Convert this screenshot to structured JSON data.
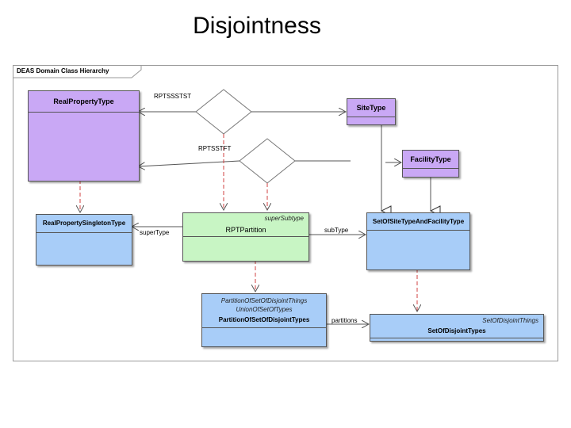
{
  "slide": {
    "title": "Disjointness"
  },
  "diagram": {
    "frame_label": "DEAS Domain Class Hierarchy",
    "classes": {
      "real_property_type": {
        "name": "RealPropertyType"
      },
      "site_type": {
        "name": "SiteType"
      },
      "facility_type": {
        "name": "FacilityType"
      },
      "real_property_singleton_type": {
        "name": "RealPropertySingletonType"
      },
      "rpt_partition": {
        "name": "RPTPartition",
        "stereotype": "superSubtype"
      },
      "set_of_site_type_and_facility_type": {
        "name": "SetOfSiteTypeAndFacilityType"
      },
      "partition_of_set_of_disjoint_types": {
        "name": "PartitionOfSetOfDisjointTypes",
        "stereotype_1": "PartitionOfSetOfDisjointThings",
        "stereotype_2": "UnionOfSetOfTypes"
      },
      "set_of_disjoint_types": {
        "name": "SetOfDisjointTypes",
        "stereotype": "SetOfDisjointThings"
      }
    },
    "relations": {
      "rptsssts": "RPTSSSTST",
      "rptsstft": "RPTSSTFT",
      "super_type": "superType",
      "sub_type": "subType",
      "partitions": "partitions"
    }
  }
}
